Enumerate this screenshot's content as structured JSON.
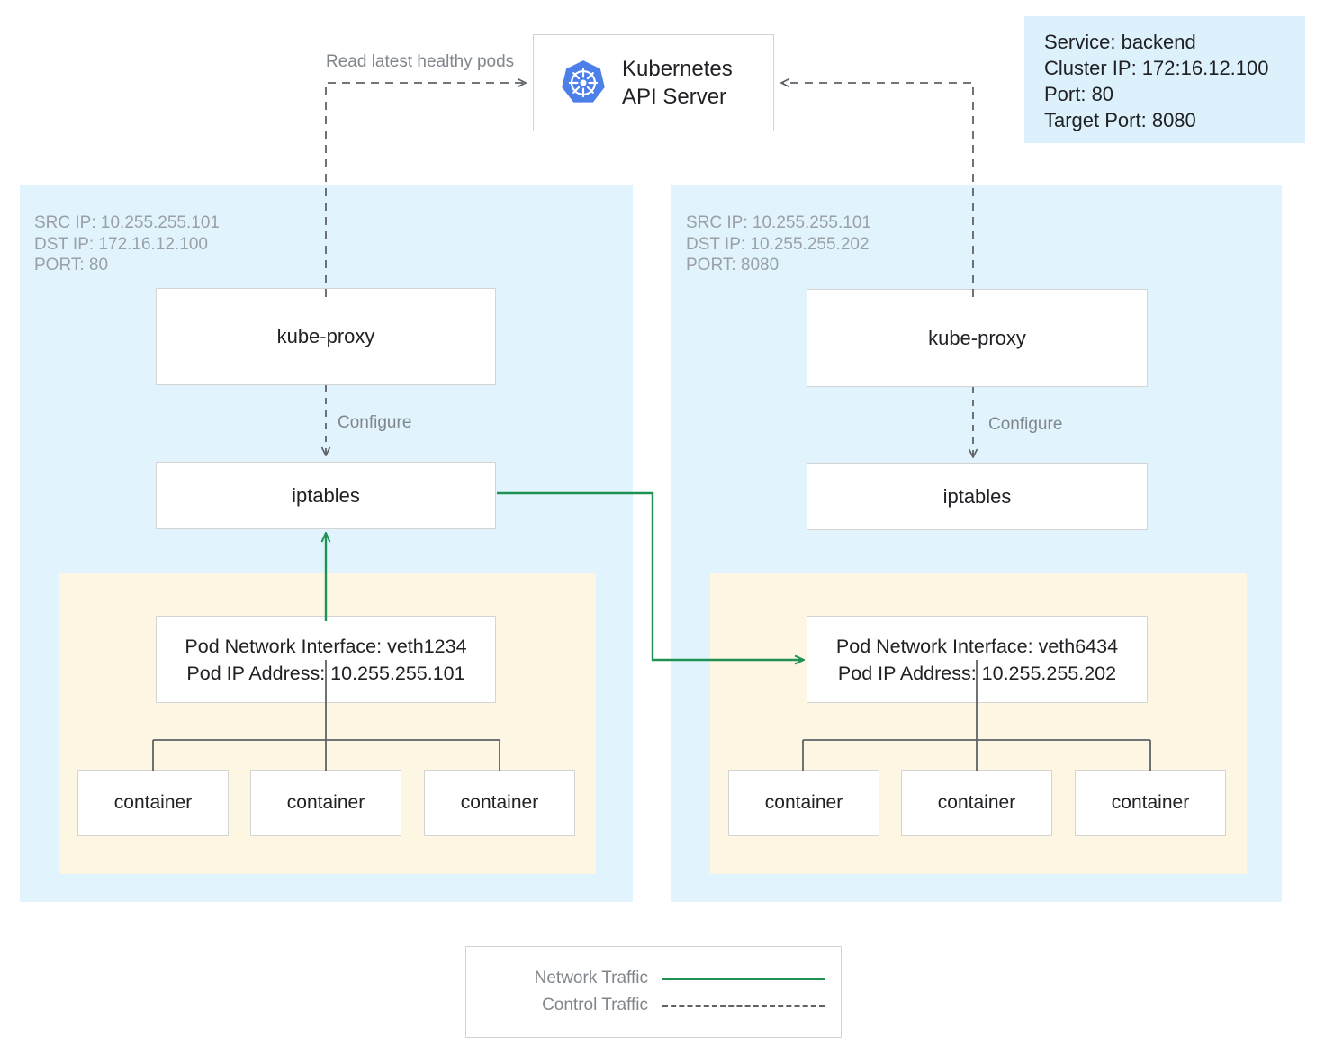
{
  "colors": {
    "node_fill": "#e1f4fd",
    "pod_fill": "#fdf6e2",
    "info_fill": "#dcf1fb",
    "network_traffic": "#1e9153",
    "control_traffic": "#5f6368",
    "connector": "#5f6368",
    "box_border": "#d4d4d4",
    "header_text": "#9aa0a6",
    "k8s_blue": "#4c7fe8"
  },
  "api_server": {
    "title": "Kubernetes\nAPI Server",
    "logo_name": "kubernetes-logo"
  },
  "service_info": {
    "lines": [
      "Service: backend",
      "Cluster IP: 172:16.12.100",
      "Port: 80",
      "Target Port: 8080"
    ]
  },
  "edge_labels": {
    "read_latest": "Read latest healthy pods",
    "configure_left": "Configure",
    "configure_right": "Configure"
  },
  "nodes": [
    {
      "id": "left",
      "header": "SRC IP: 10.255.255.101\nDST IP: 172.16.12.100\nPORT: 80",
      "kube_proxy": "kube-proxy",
      "iptables": "iptables",
      "pod": {
        "interface_line": "Pod Network Interface: veth1234",
        "ip_line": "Pod IP Address: 10.255.255.101",
        "containers": [
          "container",
          "container",
          "container"
        ]
      }
    },
    {
      "id": "right",
      "header": "SRC IP: 10.255.255.101\nDST IP: 10.255.255.202\nPORT: 8080",
      "kube_proxy": "kube-proxy",
      "iptables": "iptables",
      "pod": {
        "interface_line": "Pod Network Interface: veth6434",
        "ip_line": "Pod IP Address: 10.255.255.202",
        "containers": [
          "container",
          "container",
          "container"
        ]
      }
    }
  ],
  "legend": {
    "rows": [
      {
        "label": "Network Traffic",
        "style": "solid",
        "color": "#1e9153"
      },
      {
        "label": "Control Traffic",
        "style": "dashed",
        "color": "#5f6368"
      }
    ]
  }
}
